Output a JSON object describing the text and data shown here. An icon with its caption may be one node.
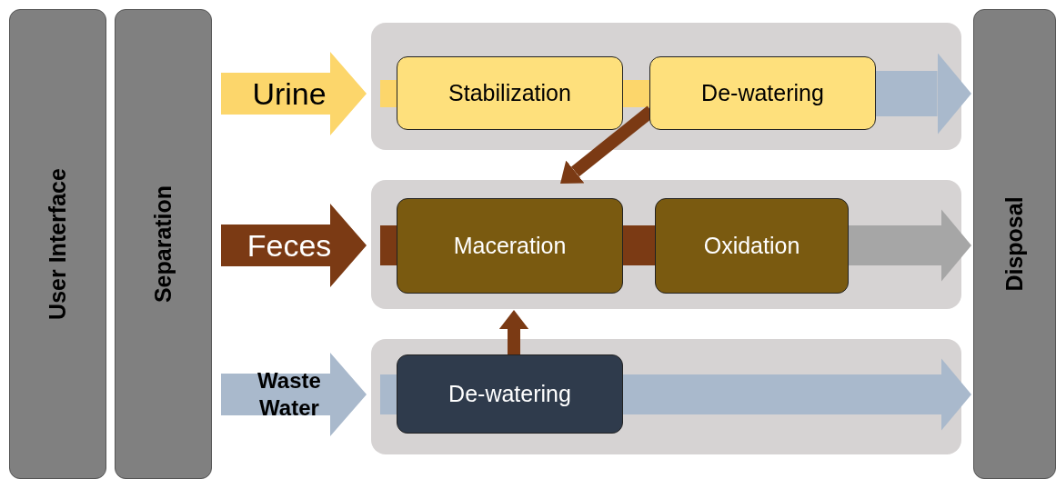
{
  "diagram": {
    "nodes": [
      {
        "text": [
          "User Interface"
        ]
      },
      {
        "text": [
          "Separation"
        ]
      },
      {
        "text": [],
        "shape": "box"
      },
      {
        "text": [
          "Stabilization"
        ],
        "in": 2
      },
      {
        "text": [
          "De-watering"
        ],
        "in": 2
      },
      {
        "text": [],
        "shape": "box"
      },
      {
        "text": [
          "Maceration"
        ],
        "in": 5
      },
      {
        "text": [
          "Oxidation"
        ],
        "in": 5
      },
      {
        "text": [],
        "shape": "box"
      },
      {
        "text": [
          "De-watering"
        ],
        "in": 8
      },
      {
        "text": [
          "Disposal"
        ]
      }
    ],
    "edges": [
      {
        "from": 1,
        "to": 3,
        "arrow": "to",
        "label": "Urine",
        "color": "#fcd66b"
      },
      {
        "from": 3,
        "to": 4,
        "arrow": "none",
        "color": "#fcd66b"
      },
      {
        "from": 4,
        "to": 10,
        "arrow": "to",
        "color": "#a9b9cc"
      },
      {
        "from": 4,
        "to": 5,
        "arrow": "to",
        "color": "#7b3a14"
      },
      {
        "from": 1,
        "to": 6,
        "arrow": "to",
        "label": "Feces",
        "color": "#7b3a14"
      },
      {
        "from": 6,
        "to": 7,
        "arrow": "none",
        "color": "#7b3a14"
      },
      {
        "from": 7,
        "to": 10,
        "arrow": "to",
        "color": "#a6a6a6"
      },
      {
        "from": 1,
        "to": 9,
        "arrow": "to",
        "label": "Waste Water",
        "color": "#a9b9cc"
      },
      {
        "from": 9,
        "to": 5,
        "arrow": "to",
        "color": "#7b3a14"
      },
      {
        "from": 9,
        "to": 10,
        "arrow": "to",
        "color": "#a9b9cc"
      }
    ]
  }
}
